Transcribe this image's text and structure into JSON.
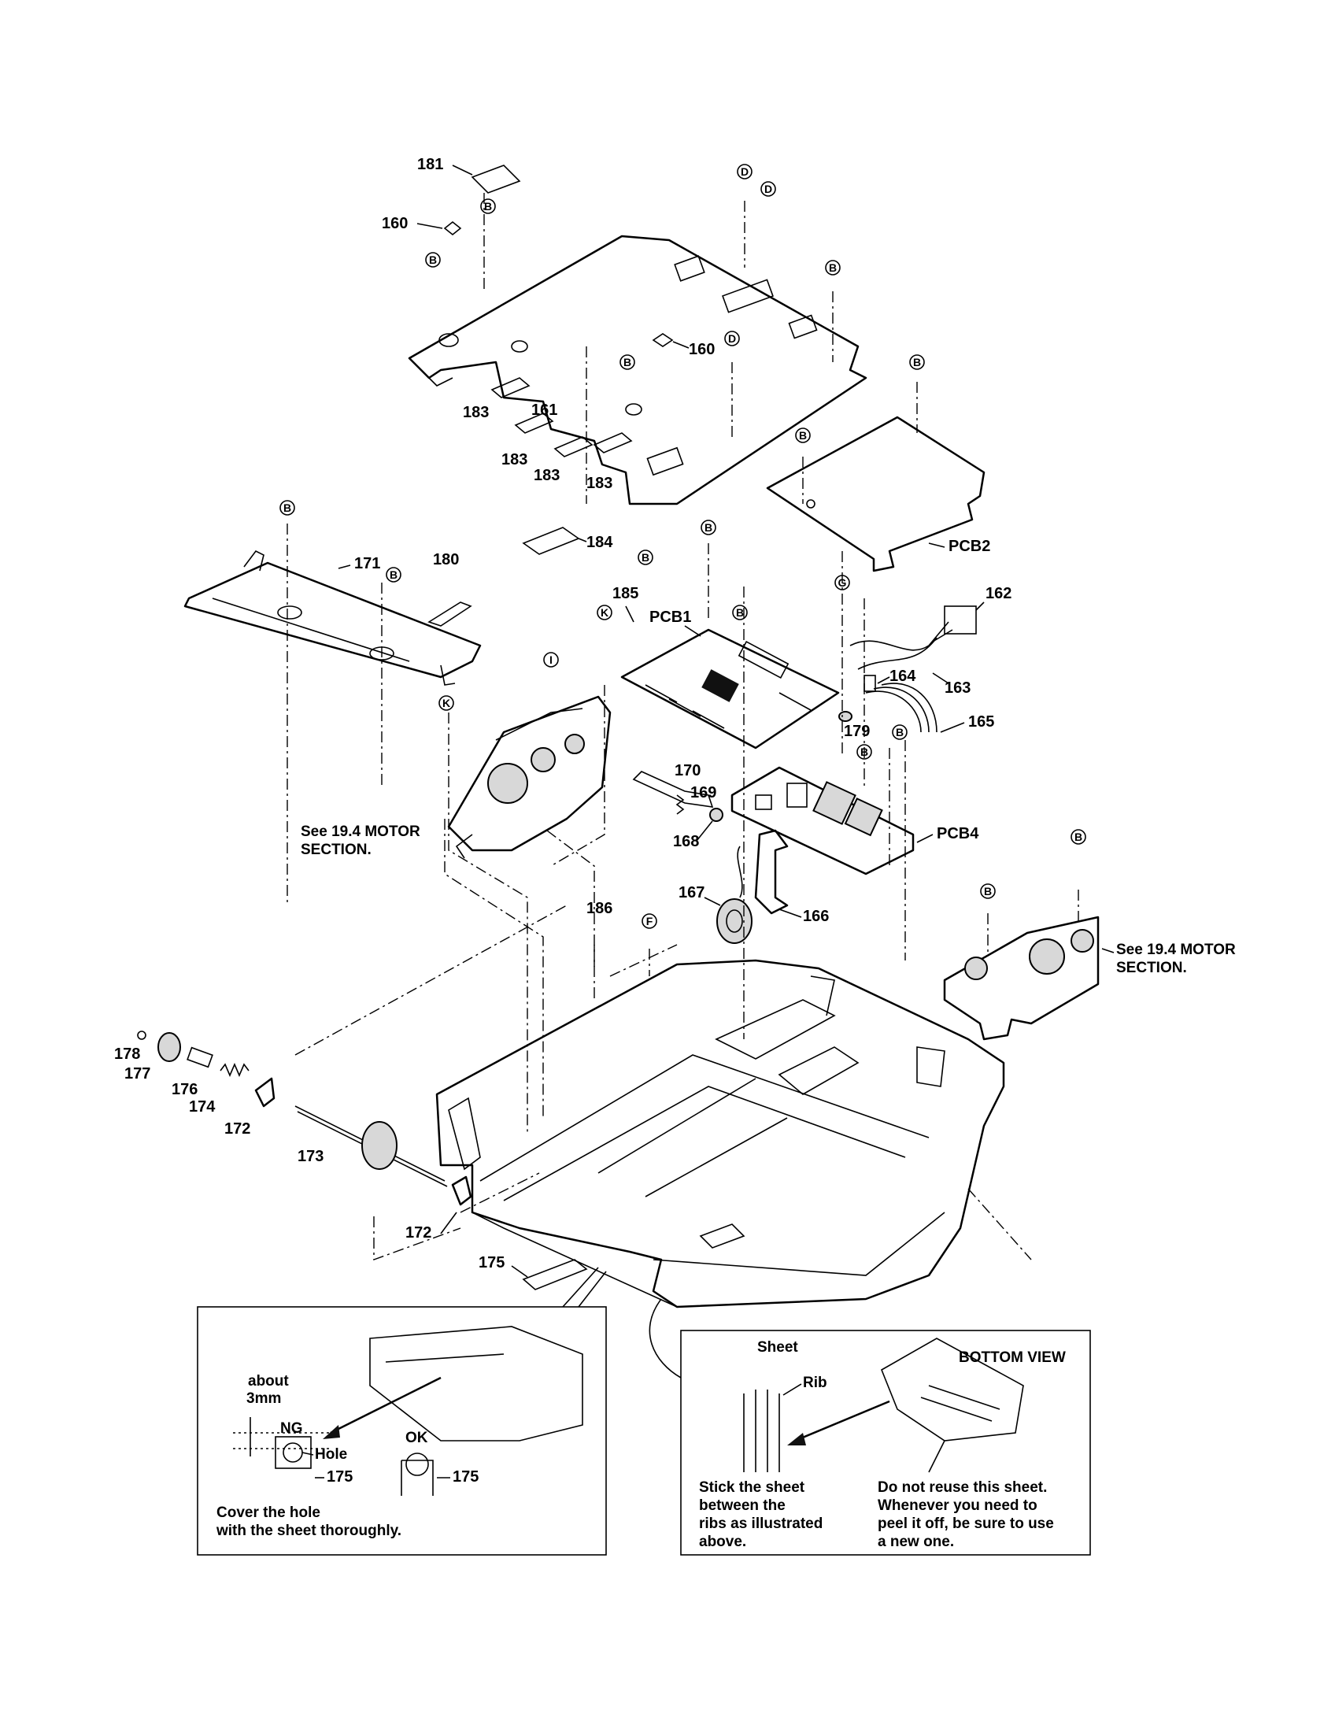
{
  "parts": {
    "p181": "181",
    "p160a": "160",
    "p160b": "160",
    "p161": "161",
    "p183a": "183",
    "p183b": "183",
    "p183c": "183",
    "p183d": "183",
    "p184": "184",
    "p171": "171",
    "p180": "180",
    "p185": "185",
    "pcb1": "PCB1",
    "pcb2": "PCB2",
    "pcb4": "PCB4",
    "p162": "162",
    "p163": "163",
    "p164": "164",
    "p165": "165",
    "p179": "179",
    "p170": "170",
    "p169": "169",
    "p168": "168",
    "p167": "167",
    "p166": "166",
    "p186": "186",
    "p178": "178",
    "p177": "177",
    "p176": "176",
    "p174": "174",
    "p172a": "172",
    "p172b": "172",
    "p173": "173",
    "p175": "175"
  },
  "screws": {
    "b": "B",
    "d": "D",
    "g": "G",
    "k": "K",
    "i": "I",
    "f": "F"
  },
  "notes": {
    "motor_ref_left_1": "See 19.4 MOTOR",
    "motor_ref_left_2": "SECTION.",
    "motor_ref_right_1": "See 19.4 MOTOR",
    "motor_ref_right_2": "SECTION."
  },
  "inset_left": {
    "about_1": "about",
    "about_2": "3mm",
    "ng": "NG",
    "ok": "OK",
    "hole": "Hole",
    "label_175a": "175",
    "label_175b": "175",
    "caption_1": "Cover the hole",
    "caption_2": "with the sheet thoroughly."
  },
  "inset_right": {
    "sheet": "Sheet",
    "rib": "Rib",
    "bottom_view": "BOTTOM VIEW",
    "left_caption": [
      "Stick the sheet",
      "between the",
      "ribs as illustrated",
      "above."
    ],
    "right_caption": [
      "Do not reuse this sheet.",
      "Whenever you need to",
      "peel it off, be sure to use",
      "a new one."
    ]
  }
}
